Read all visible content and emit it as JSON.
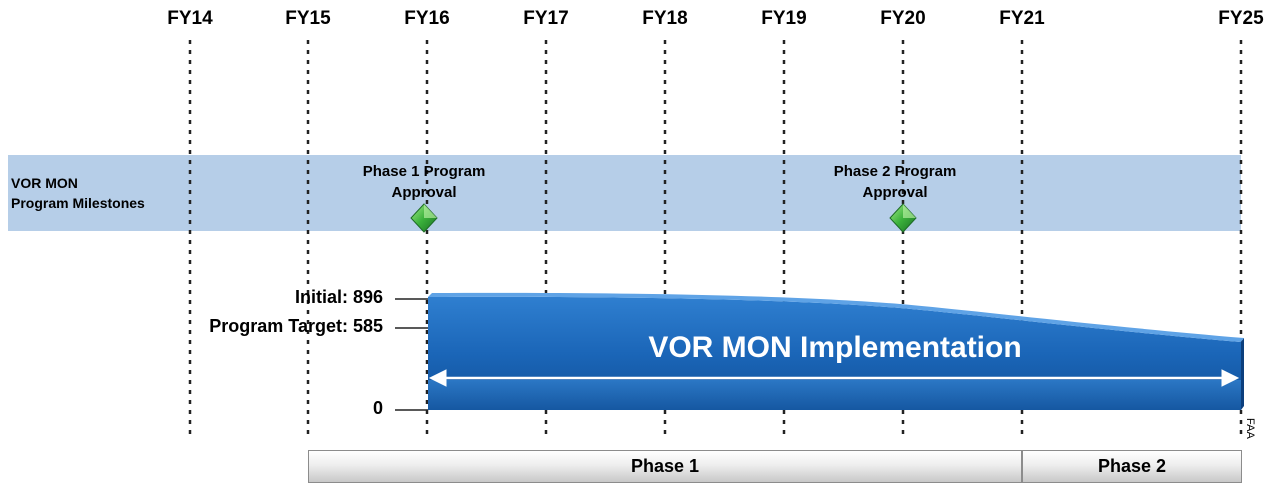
{
  "timeline": {
    "fiscal_years": [
      "FY14",
      "FY15",
      "FY16",
      "FY17",
      "FY18",
      "FY19",
      "FY20",
      "FY21",
      "FY25"
    ]
  },
  "milestones_band": {
    "title_line1": "VOR MON",
    "title_line2": "Program Milestones",
    "color": "#b6cee8",
    "milestones": [
      {
        "line1": "Phase 1 Program",
        "line2": "Approval",
        "year": "FY16"
      },
      {
        "line1": "Phase 2 Program",
        "line2": "Approval",
        "year": "FY20"
      }
    ]
  },
  "implementation": {
    "label": "VOR MON Implementation",
    "color": "#1e6cc0",
    "axis_labels": {
      "initial": "Initial: 896",
      "target": "Program Target: 585",
      "zero": "0"
    }
  },
  "phases": [
    {
      "label": "Phase 1",
      "start": "FY15",
      "end": "FY21"
    },
    {
      "label": "Phase 2",
      "start": "FY21",
      "end": "FY25"
    }
  ],
  "credit": "FAA"
}
